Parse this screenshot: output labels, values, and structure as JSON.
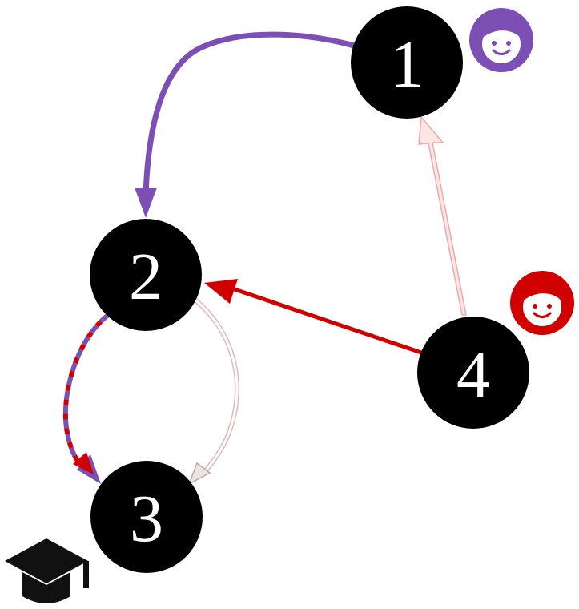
{
  "nodes": [
    {
      "id": "1",
      "label": "1"
    },
    {
      "id": "2",
      "label": "2"
    },
    {
      "id": "3",
      "label": "3"
    },
    {
      "id": "4",
      "label": "4"
    }
  ],
  "colors": {
    "node_fill": "#000000",
    "node_label": "#ffffff",
    "purple": "#7b4fb4",
    "red": "#d10000",
    "pink": "#f7c6c6",
    "light_gray": "#d8d8d8",
    "icon_dark": "#111111"
  },
  "edges": [
    {
      "from": "1",
      "to": "2",
      "style": "solid-thick",
      "color": "purple"
    },
    {
      "from": "4",
      "to": "2",
      "style": "solid",
      "color": "red"
    },
    {
      "from": "4",
      "to": "1",
      "style": "outline-faint",
      "color": "pink"
    },
    {
      "from": "2",
      "to": "3",
      "style": "dashed-two-tone",
      "color": "purple+red"
    },
    {
      "from": "2",
      "to": "3",
      "style": "outline-faint",
      "color": "light_gray"
    }
  ],
  "icons": [
    {
      "name": "face-icon",
      "attached_to": "1",
      "color": "purple"
    },
    {
      "name": "face-icon",
      "attached_to": "4",
      "color": "red"
    },
    {
      "name": "graduation-cap-icon",
      "attached_to": "3",
      "color": "icon_dark"
    }
  ]
}
